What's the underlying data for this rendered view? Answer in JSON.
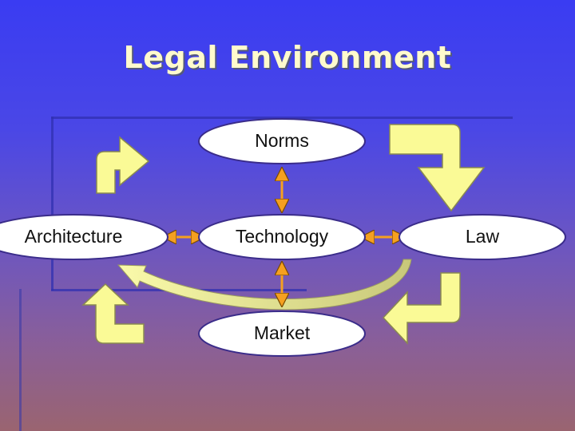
{
  "title": "Legal Environment",
  "nodes": {
    "norms": "Norms",
    "architecture": "Architecture",
    "technology": "Technology",
    "law": "Law",
    "market": "Market"
  },
  "colors": {
    "background_top": "#3a3cf2",
    "background_bottom": "#9a6470",
    "title_text": "#fffacd",
    "node_fill": "#ffffff",
    "node_border": "#3a2c8a",
    "arrow_fill": "#fafa96",
    "arrow_border": "#8a8a50",
    "connector": "#f5a020"
  }
}
